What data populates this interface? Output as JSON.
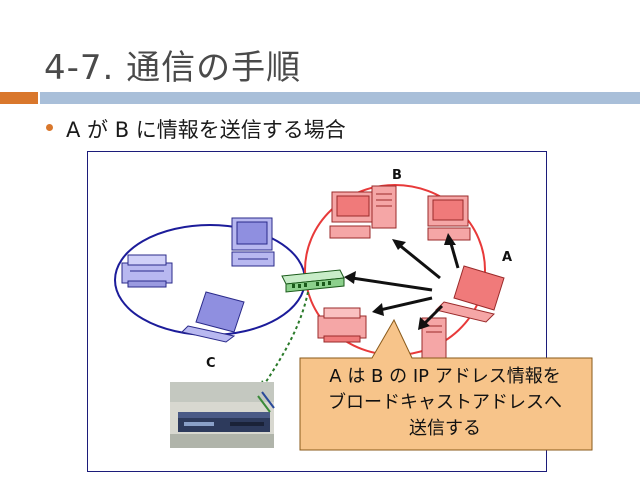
{
  "slide": {
    "title": "4-7. 通信の手順",
    "bullet": "A が B に情報を送信する場合"
  },
  "diagram": {
    "labels": {
      "a": "A",
      "b": "B",
      "c": "C"
    },
    "callout": "A は B の IP アドレス情報を\nブロードキャストアドレスへ\n送信する"
  },
  "colors": {
    "accent": "#d9772c",
    "rule": "#a9bfd9",
    "network_blue": "#1c1c9a",
    "network_red": "#e83a3a",
    "device_red": "#f5a6a6",
    "device_blue": "#b8b8f0",
    "callout_fill": "#f7c48a"
  },
  "icons": [
    "printer-icon",
    "desktop-pc-icon",
    "laptop-icon",
    "network-switch-icon",
    "arrow-icon",
    "photo-router"
  ]
}
